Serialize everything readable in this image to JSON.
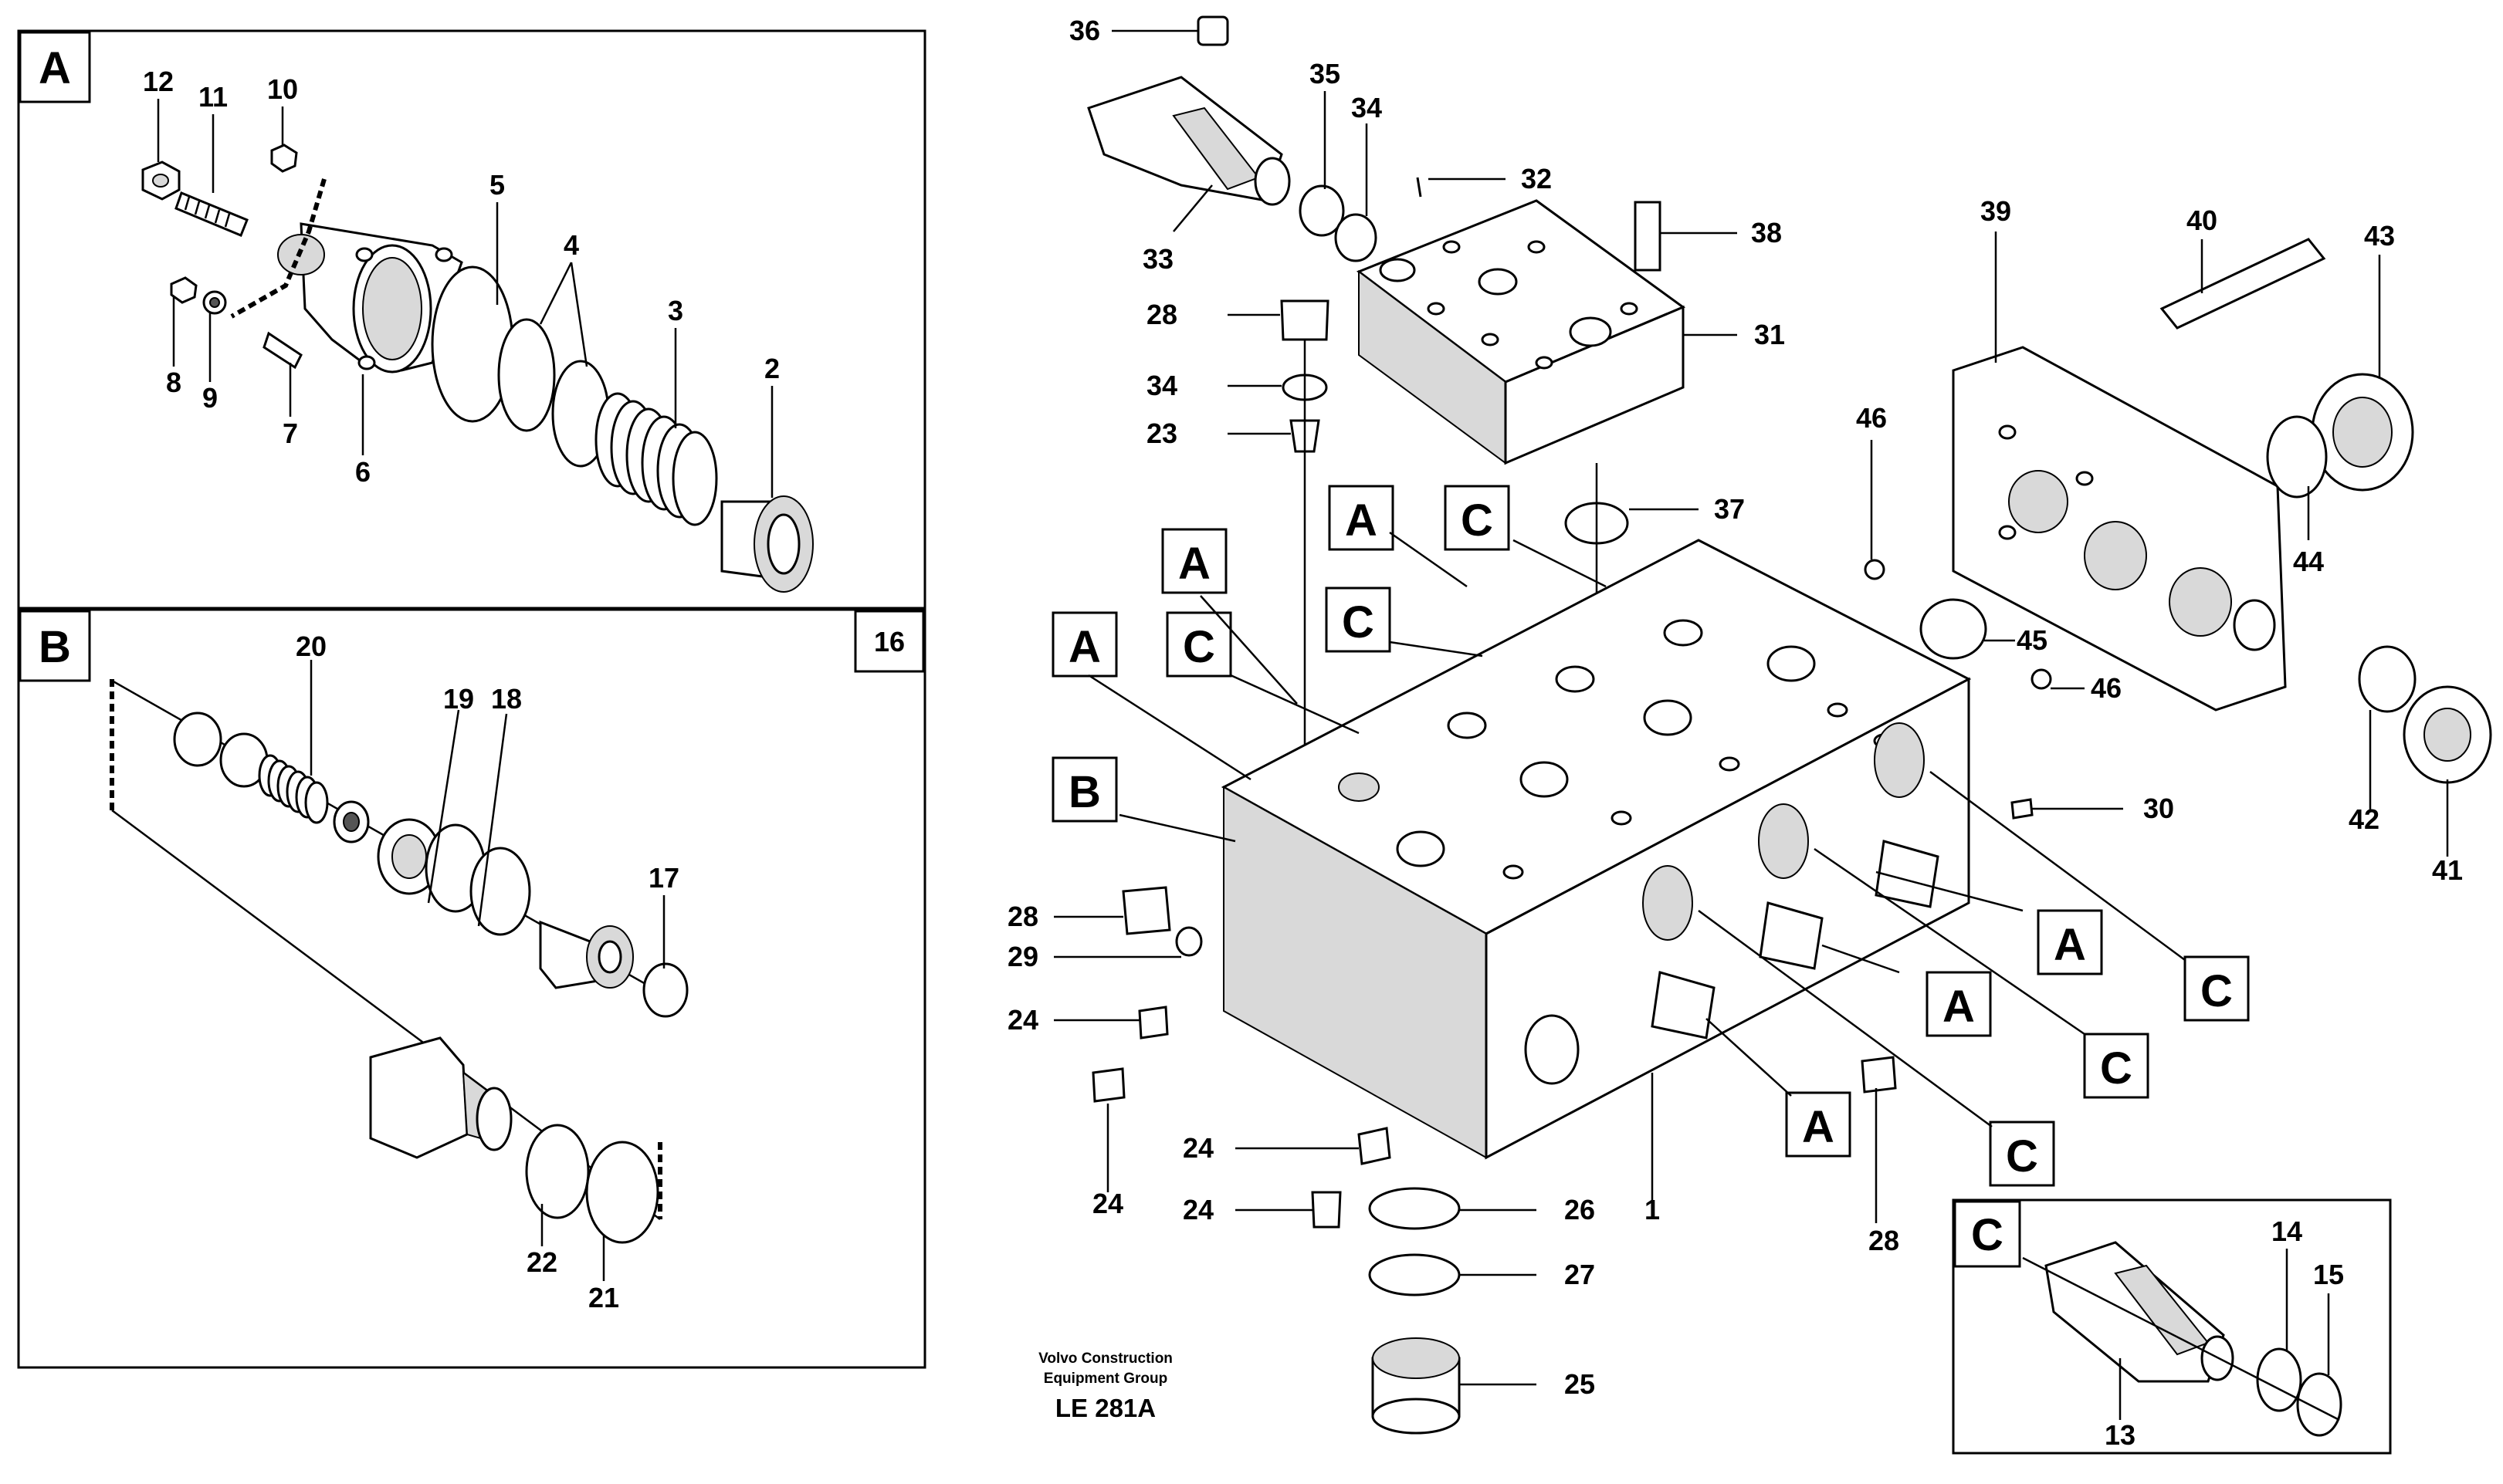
{
  "detail_a": {
    "letter": "A",
    "labels": {
      "n12": "12",
      "n11": "11",
      "n10": "10",
      "n5": "5",
      "n4": "4",
      "n3": "3",
      "n2": "2",
      "n8": "8",
      "n9": "9",
      "n7": "7",
      "n6": "6"
    }
  },
  "detail_b": {
    "letter": "B",
    "ref": "16",
    "labels": {
      "n20": "20",
      "n19": "19",
      "n18": "18",
      "n17": "17",
      "n22": "22",
      "n21": "21"
    }
  },
  "detail_c": {
    "letter": "C",
    "labels": {
      "n14": "14",
      "n15": "15",
      "n13": "13"
    }
  },
  "main": {
    "labels": {
      "n36": "36",
      "n35": "35",
      "n34a": "34",
      "n33": "33",
      "n32": "32",
      "n38": "38",
      "n28a": "28",
      "n31": "31",
      "n34b": "34",
      "n23": "23",
      "n37": "37",
      "n39": "39",
      "n40": "40",
      "n43": "43",
      "n46a": "46",
      "n44": "44",
      "n45": "45",
      "n46b": "46",
      "n42": "42",
      "n41": "41",
      "n30": "30",
      "n28b": "28",
      "n29": "29",
      "n24a": "24",
      "n24b": "24",
      "n24c": "24",
      "n24d": "24",
      "n26": "26",
      "n27": "27",
      "n25": "25",
      "n1": "1",
      "n28c": "28"
    },
    "callouts": {
      "a1": "A",
      "a2": "A",
      "a3": "A",
      "a4": "A",
      "a5": "A",
      "a6": "A",
      "b1": "B",
      "c1": "C",
      "c2": "C",
      "c3": "C",
      "c4": "C",
      "c5": "C",
      "c6": "C"
    }
  },
  "footer": {
    "line1": "Volvo Construction",
    "line2": "Equipment Group",
    "code": "LE 281A"
  }
}
